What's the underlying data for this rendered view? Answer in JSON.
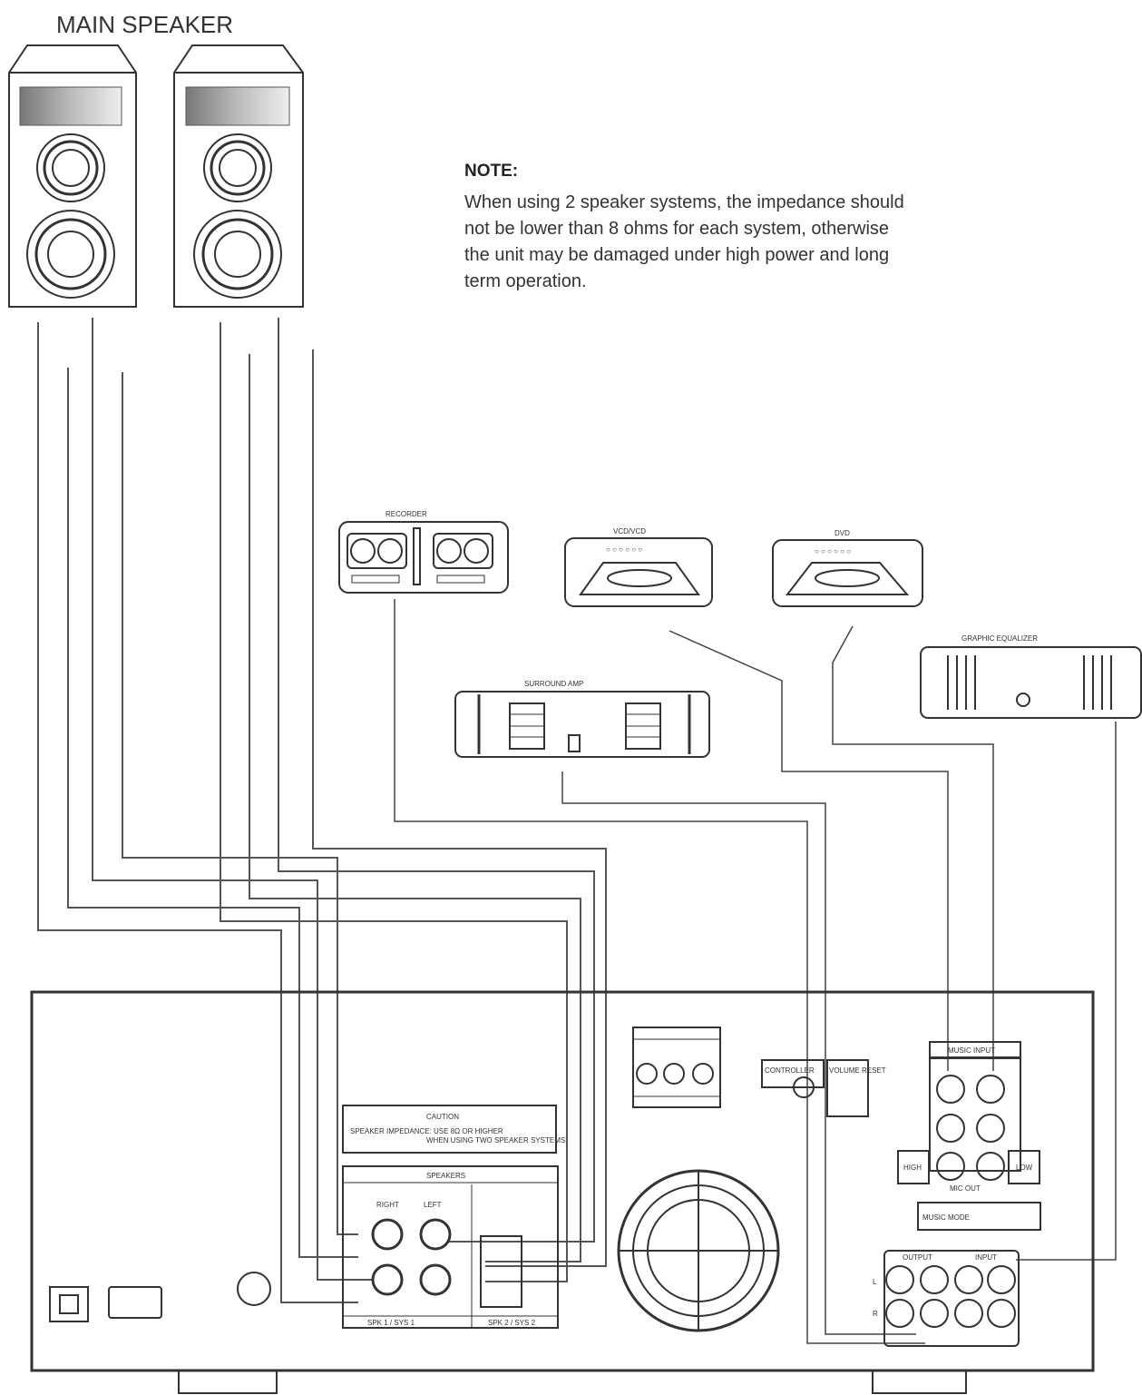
{
  "speakers": {
    "title": "MAIN  SPEAKER"
  },
  "note": {
    "title": "NOTE:",
    "lines": [
      "When using 2 speaker systems, the impedance should",
      "not be lower than 8 ohms for each system, otherwise",
      "the unit may be damaged under high power and long",
      "term operation."
    ]
  },
  "devices": {
    "recorder": "RECORDER",
    "vcd": "VCD/VCD",
    "dvd": "DVD",
    "surround_amp": "SURROUND  AMP",
    "graphic_eq": "GRAPHIC  EQUALIZER"
  },
  "amp_panel": {
    "caution_title": "CAUTION",
    "caution_text_1": "SPEAKER IMPEDANCE: USE 8Ω OR HIGHER",
    "caution_text_2": "WHEN USING TWO SPEAKER SYSTEMS",
    "speakers_label": "SPEAKERS",
    "right": "RIGHT",
    "left": "LEFT",
    "spk_a": "SPK 1 / SYS 1",
    "spk_b": "SPK 2 / SYS 2",
    "music_input": "MUSIC INPUT",
    "music_out": "MIC OUT",
    "music_mode": "MUSIC MODE",
    "high": "HIGH",
    "low": "LOW",
    "output": "OUTPUT",
    "input": "INPUT",
    "controller": "CONTROLLER",
    "volume": "VOLUME RESET",
    "ch_l": "L",
    "ch_r": "R"
  }
}
